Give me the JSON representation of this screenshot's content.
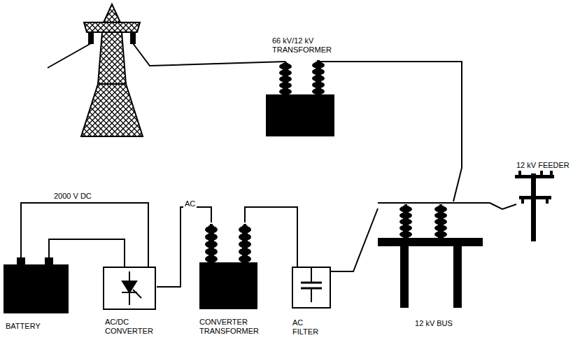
{
  "diagram": {
    "nodes": [
      {
        "text": [
          "66 kV/12 kV TRANSFORMER"
        ]
      },
      {
        "text": [
          "12 kV FEEDER"
        ]
      },
      {
        "text": [
          "BATTERY"
        ]
      },
      {
        "text": [
          "AC/DC CONVERTER"
        ]
      },
      {
        "text": [
          "CONVERTER TRANSFORMER"
        ]
      },
      {
        "text": [
          "AC FILTER"
        ]
      },
      {
        "text": [
          "12 kV BUS"
        ]
      }
    ],
    "edges": [
      {
        "from": 2,
        "to": 3,
        "arrow": "none",
        "label": "2000 V DC"
      },
      {
        "from": 3,
        "to": 4,
        "arrow": "none",
        "label": "AC"
      },
      {
        "from": 4,
        "to": 5,
        "arrow": "none"
      },
      {
        "from": 5,
        "to": 6,
        "arrow": "none"
      },
      {
        "from": 0,
        "to": 6,
        "arrow": "none"
      },
      {
        "from": 6,
        "to": 1,
        "arrow": "none"
      }
    ]
  }
}
